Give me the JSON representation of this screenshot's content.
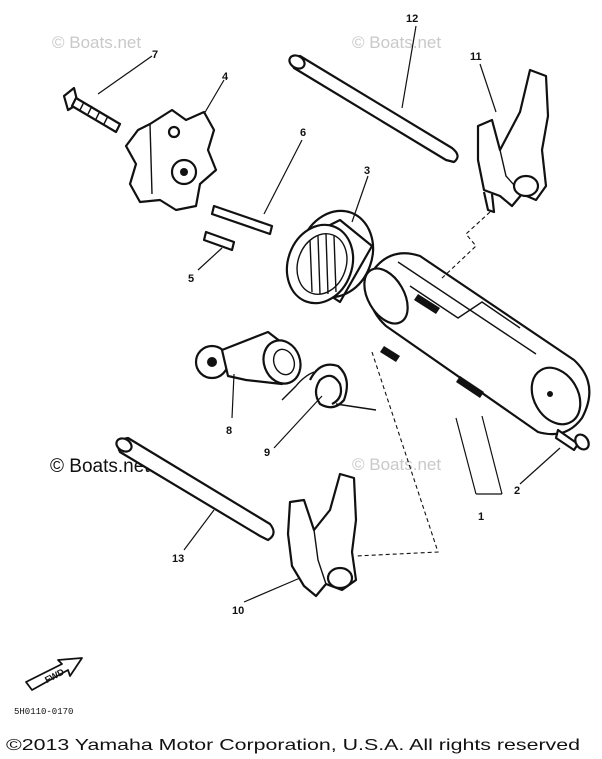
{
  "watermarks": {
    "top_left": "© Boats.net",
    "top_right": "© Boats.net",
    "middle_left": "© Boats.net",
    "middle_right": "© Boats.net"
  },
  "callouts": {
    "c1": "1",
    "c2": "2",
    "c3": "3",
    "c4": "4",
    "c5": "5",
    "c6": "6",
    "c7": "7",
    "c8": "8",
    "c9": "9",
    "c10": "10",
    "c11": "11",
    "c12": "12",
    "c13": "13"
  },
  "fwd_label": "FWD",
  "diagram_code": "5H0110-0170",
  "copyright": "©2013 Yamaha Motor Corporation, U.S.A. All rights reserved"
}
